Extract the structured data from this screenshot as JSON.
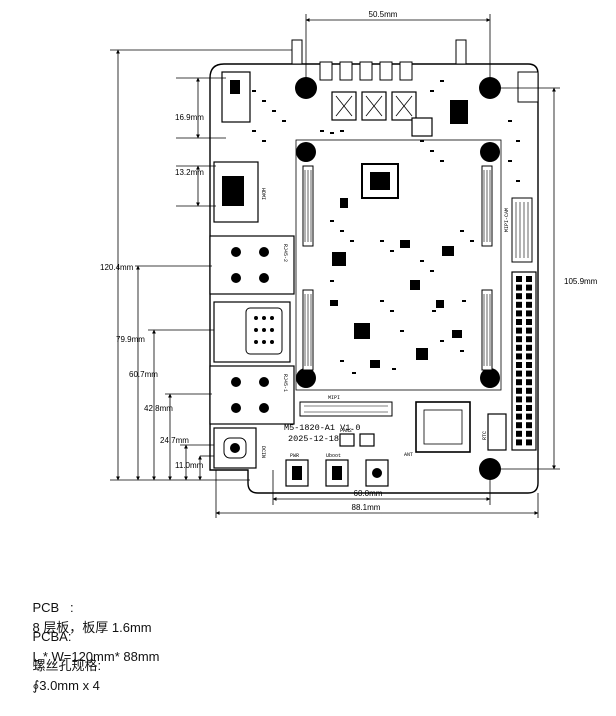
{
  "diagram": {
    "dimensions": {
      "top_width": "50.5mm",
      "right_height": "105.9mm",
      "bottom_inner": "60.0mm",
      "bottom_outer": "88.1mm",
      "left": [
        "16.9mm",
        "13.2mm",
        "120.4mm",
        "79.9mm",
        "60.7mm",
        "42.8mm",
        "24.7mm",
        "11.0mm"
      ]
    },
    "silkscreen": {
      "board_name": "M5-1820-A1 V1.0",
      "board_date": "2025-12-18",
      "mipi": "MIPI",
      "fan": "FAN2",
      "pwr": "PWR",
      "uboot": "Uboot",
      "ant": "ANT",
      "hdmi": "HDMI",
      "mipi_cam": "MIPI-CAM",
      "rj45_1": "RJ45-1",
      "rj45_2": "RJ45-2",
      "dcin": "DCIN",
      "rtc": "RTC"
    }
  },
  "specs": [
    {
      "label": "PCB   :",
      "value": "8 层板，板厚 1.6mm"
    },
    {
      "label": "PCBA:",
      "value": "L * W=120mm* 88mm"
    },
    {
      "label": "螺丝孔规格:",
      "value": "∮3.0mm x 4"
    }
  ]
}
